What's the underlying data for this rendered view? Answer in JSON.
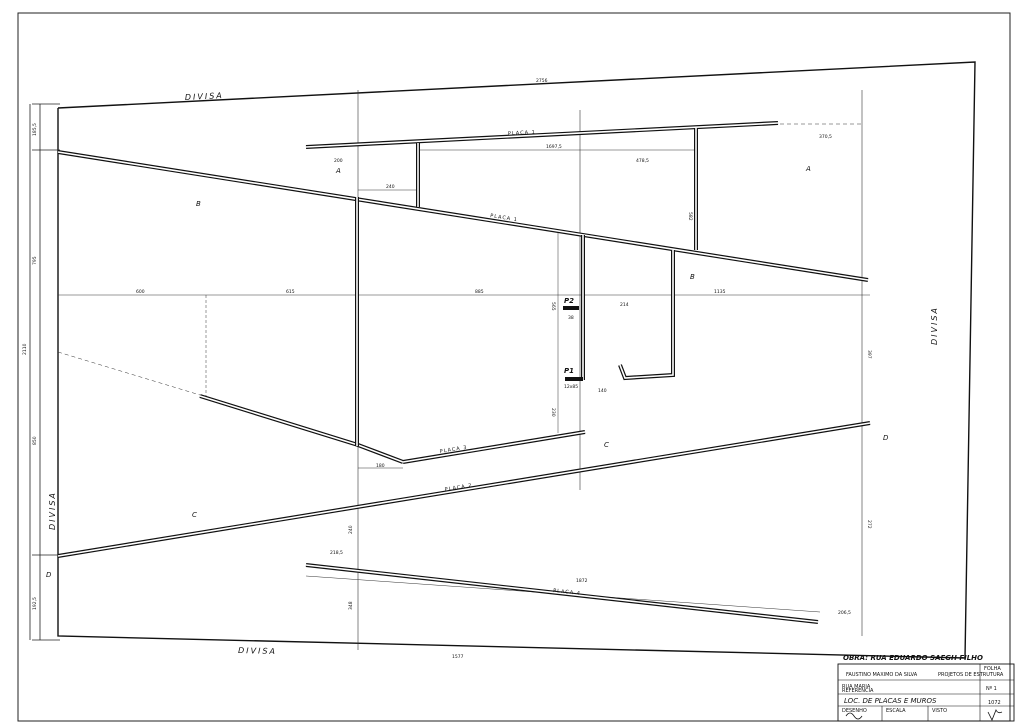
{
  "drawing": {
    "divisa_label": "DIVISA",
    "placas": {
      "placa1_top": "PLACA 1",
      "placa1_mid": "PLACA 1",
      "placa2": "PLACA 2",
      "placa3": "PLACA 3",
      "placa4": "PLACA 4"
    },
    "zones": {
      "a": "A",
      "b": "B",
      "c": "C",
      "d": "D"
    },
    "pillars": {
      "p1": "P1",
      "p1_size": "12x85",
      "p2": "P2"
    },
    "dimensions": {
      "top_total": "2756",
      "bottom_total": "1577",
      "placa1_top_len": "1697,5",
      "right_seg": "478,5",
      "top_right_offset": "370,5",
      "left_offset": "200",
      "small_a": "240",
      "horiz_600": "600",
      "horiz_615": "615",
      "horiz_885": "885",
      "horiz_1135": "1135",
      "left_vert_top": "185,5",
      "left_vert_mid": "795",
      "left_total": "2110",
      "left_low": "850",
      "left_bottom": "192,5",
      "v_582": "582",
      "v_565": "565",
      "v_214": "214",
      "v_230": "230",
      "v_140": "140",
      "v_38": "38",
      "v_180": "180",
      "v_240": "240",
      "v_348": "348",
      "v_218": "218,5",
      "v_1872": "1872",
      "v_206": "206,5",
      "v_397": "397",
      "v_272": "272"
    }
  },
  "title_block": {
    "obra": "OBRA: RUA EDUARDO SAEGH FILHO",
    "engineer": "FAUSTINO MAXIMO DA SILVA",
    "role": "PROJETOS DE ESTRUTURA",
    "address_label": "RUA MARIA",
    "ref_label": "REFERENCIA",
    "folha_label": "FOLHA",
    "folha_value": "Nº 1",
    "title": "LOC. DE PLACAS E MUROS",
    "desenho_label": "DESENHO",
    "escala_label": "ESCALA",
    "visto_label": "VISTO",
    "year": "1072"
  }
}
